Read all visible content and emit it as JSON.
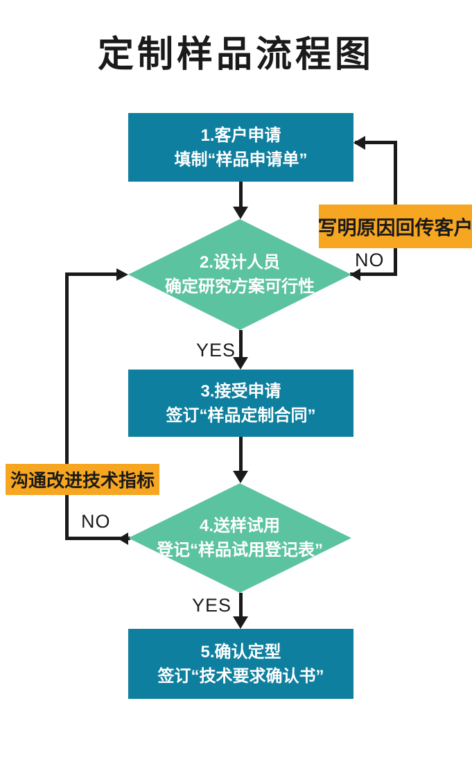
{
  "title": "定制样品流程图",
  "flow": {
    "steps": [
      {
        "shape": "process",
        "label_line1": "1.客户申请",
        "label_line2": "填制“样品申请单”"
      },
      {
        "shape": "decision",
        "label_line1": "2.设计人员",
        "label_line2": "确定研究方案可行性"
      },
      {
        "shape": "process",
        "label_line1": "3.接受申请",
        "label_line2": "签订“样品定制合同”"
      },
      {
        "shape": "decision",
        "label_line1": "4.送样试用",
        "label_line2": "登记“样品试用登记表”"
      },
      {
        "shape": "process",
        "label_line1": "5.确认定型",
        "label_line2": "签订“技术要求确认书”"
      }
    ],
    "branch_labels": {
      "decision2_yes": "YES",
      "decision2_no": "NO",
      "decision4_yes": "YES",
      "decision4_no": "NO"
    },
    "annotations": {
      "no_loop_top": "写明原因回传客户",
      "no_loop_left": "沟通改进技术指标"
    }
  },
  "colors": {
    "process_fill": "#0e7f9e",
    "decision_fill": "#5cc3a1",
    "annotation_fill": "#f7a621",
    "node_text": "#ffffff",
    "line": "#1a1a1a",
    "background": "#ffffff"
  }
}
